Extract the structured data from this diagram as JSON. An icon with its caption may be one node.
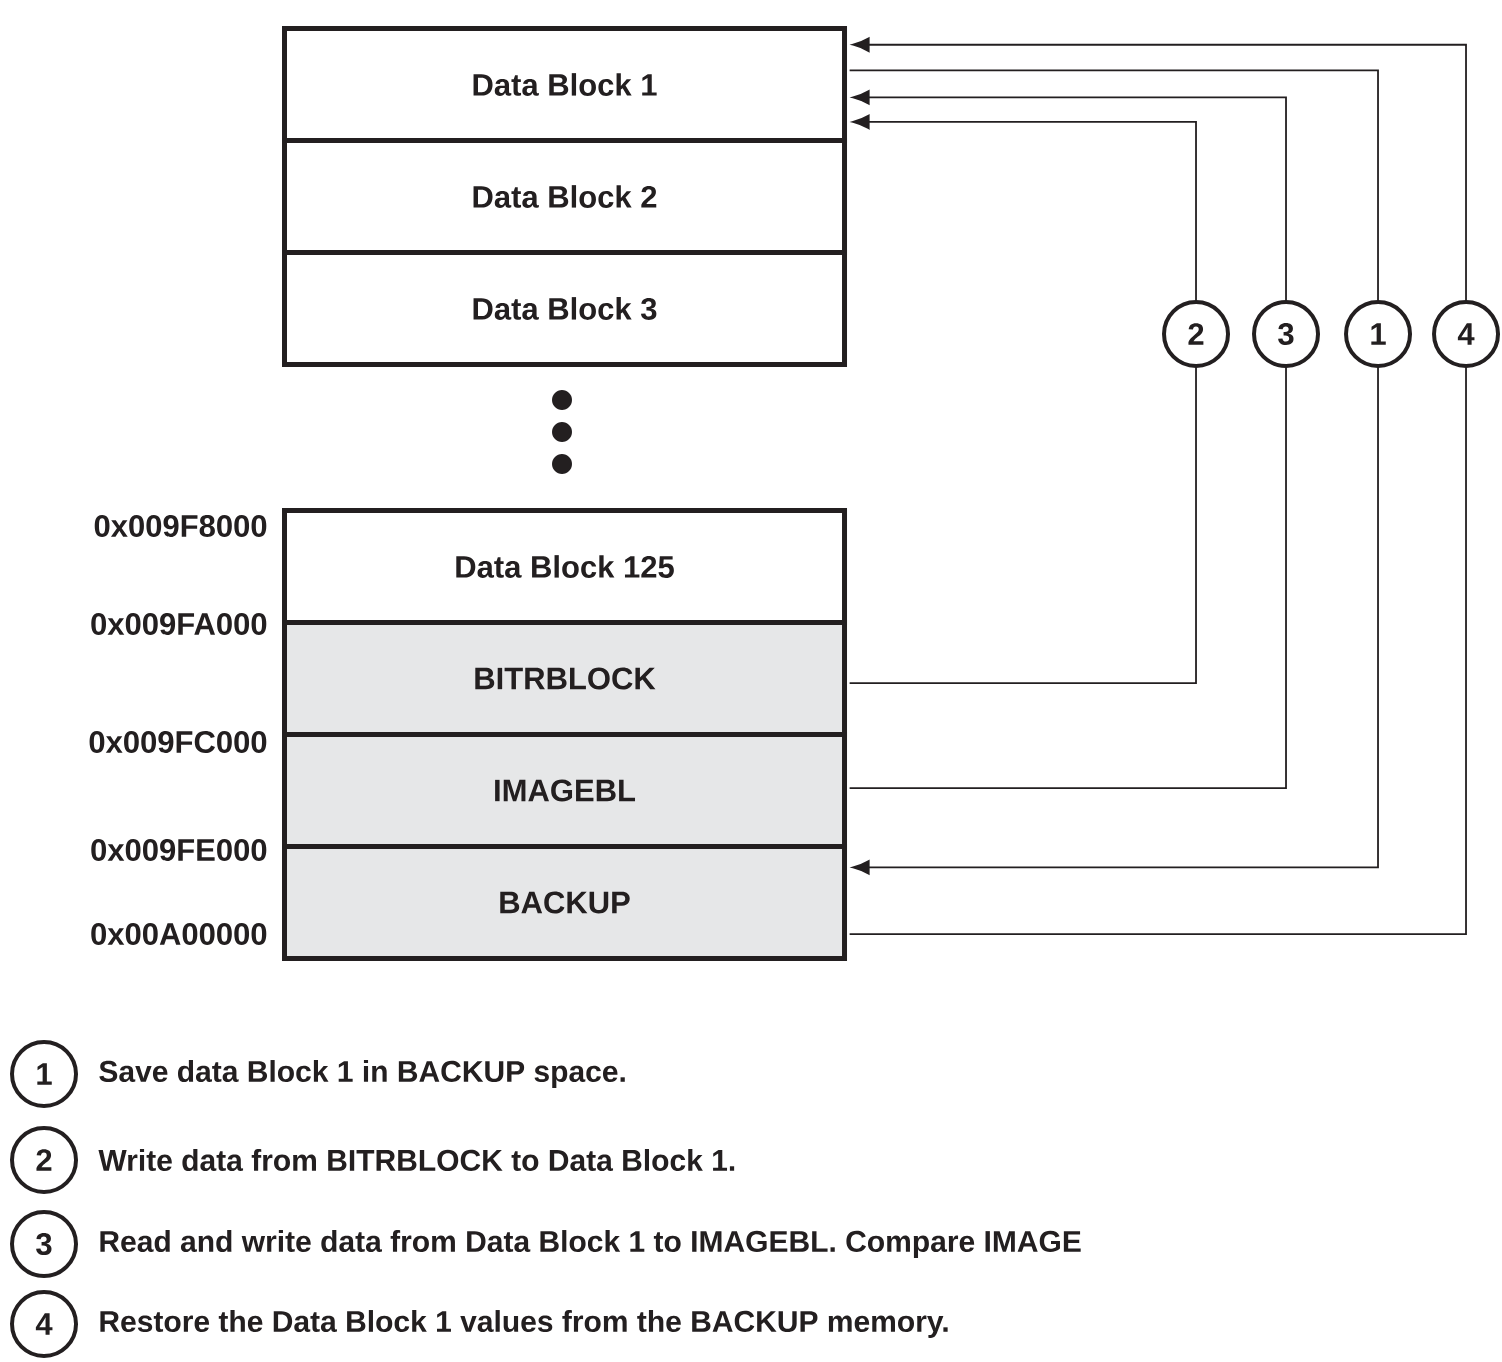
{
  "diagram": {
    "nodes": [
      {
        "text": [
          "Data Block 1"
        ]
      },
      {
        "text": [
          "Data Block 2"
        ]
      },
      {
        "text": [
          "Data Block 3"
        ]
      },
      {
        "text": [
          "Data Block 125"
        ]
      },
      {
        "text": [
          "BITRBLOCK"
        ]
      },
      {
        "text": [
          "IMAGEBL"
        ]
      },
      {
        "text": [
          "BACKUP"
        ]
      }
    ],
    "edges": [
      {
        "from": 4,
        "to": 0,
        "arrow": "to",
        "label": "2"
      },
      {
        "from": 5,
        "to": 0,
        "arrow": "to",
        "label": "3"
      },
      {
        "from": 0,
        "to": 6,
        "arrow": "to",
        "label": "1"
      },
      {
        "from": 6,
        "to": 0,
        "arrow": "to",
        "label": "4"
      }
    ],
    "labels": [
      "0x009F8000",
      "0x009FA000",
      "0x009FC000",
      "0x009FE000",
      "0x00A00000",
      "1",
      "Save data Block 1 in BACKUP space.",
      "2",
      "Write data from BITRBLOCK to Data Block 1.",
      "3",
      "Read and write data from Data Block 1 to IMAGEBL. Compare IMAGE",
      "4",
      "Restore the Data Block 1 values from the BACKUP memory."
    ]
  }
}
